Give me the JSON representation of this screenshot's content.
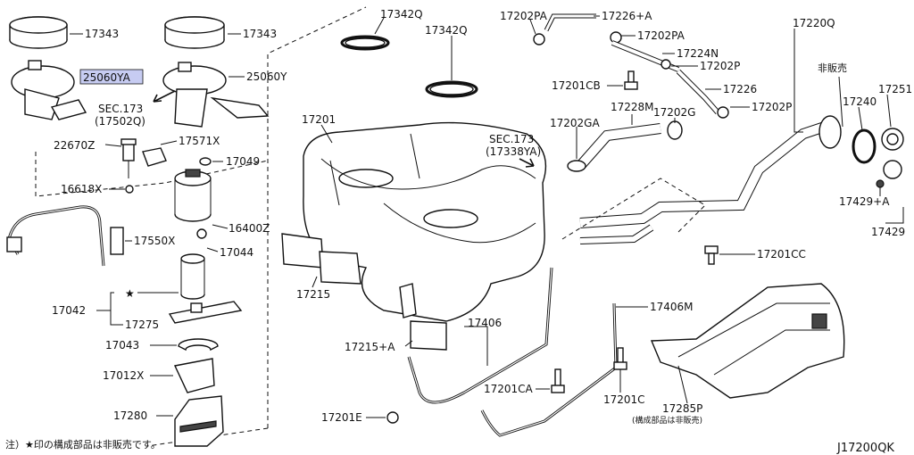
{
  "diagram": {
    "highlight_color": "#c7ccf2",
    "code": "J17200QK",
    "note": "注）★印の構成部品は非販売です。",
    "labels": {
      "p17343_a": "17343",
      "p17343_b": "17343",
      "p17342q_a": "17342Q",
      "p17342q_b": "17342Q",
      "p25060ya": "25060YA",
      "p25060y": "25060Y",
      "sec173_a": "SEC.173",
      "sec173_a_ref": "(17502Q)",
      "p22670z": "22670Z",
      "p17571x": "17571X",
      "p17049": "17049",
      "p16618x": "16618X",
      "p16400z": "16400Z",
      "p17550x": "17550X",
      "p17044": "17044",
      "p17042": "17042",
      "p17275": "17275",
      "p17043": "17043",
      "p17012x": "17012X",
      "p17280": "17280",
      "p17201": "17201",
      "p17215": "17215",
      "p17215a": "17215+A",
      "p17406": "17406",
      "p17201ca": "17201CA",
      "p17201e": "17201E",
      "p17406m": "17406M",
      "p17201c": "17201C",
      "p17285p": "17285P",
      "p17285p_note": "(構成部品は非販売)",
      "p17202pa_a": "17202PA",
      "p17226a": "17226+A",
      "p17202pa_b": "17202PA",
      "p17224n": "17224N",
      "p17202p_a": "17202P",
      "p17201cb": "17201CB",
      "p17226": "17226",
      "p17202p_b": "17202P",
      "sec173_b": "SEC.173",
      "sec173_b_ref": "(17338YA)",
      "p17228m": "17228M",
      "p17202ga": "17202GA",
      "p17202g": "17202G",
      "p17220q": "17220Q",
      "not_for_sale": "非販売",
      "p17240": "17240",
      "p17251": "17251",
      "p17429a": "17429+A",
      "p17429": "17429",
      "p17201cc": "17201CC"
    }
  }
}
